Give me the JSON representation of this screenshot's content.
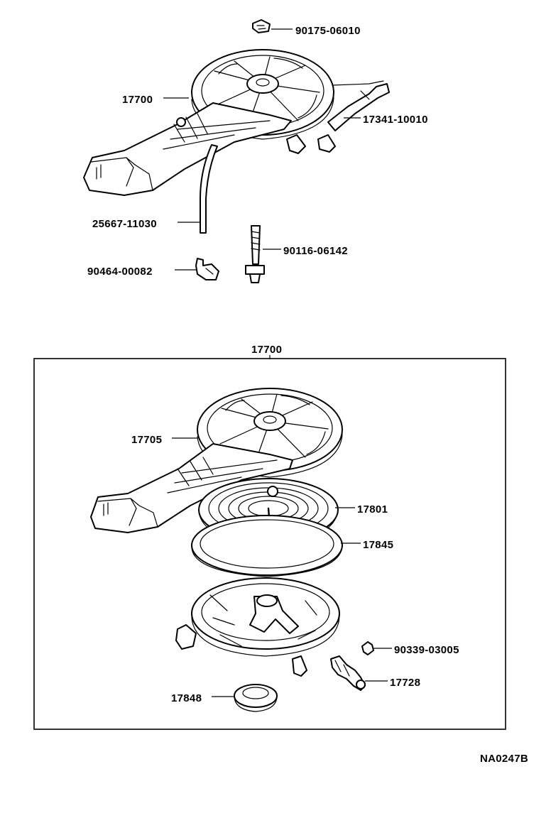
{
  "top_labels": {
    "clip_top": "90175-06010",
    "assembly": "17700",
    "hose": "17341-10010",
    "pipe": "25667-11030",
    "bolt": "90116-06142",
    "clamp": "90464-00082"
  },
  "box_title": "17700",
  "box_labels": {
    "case_upper": "17705",
    "element": "17801",
    "gasket": "17845",
    "pin": "90339-03005",
    "valve": "17728",
    "grommet": "17848"
  },
  "diagram_code": "NA0247B"
}
